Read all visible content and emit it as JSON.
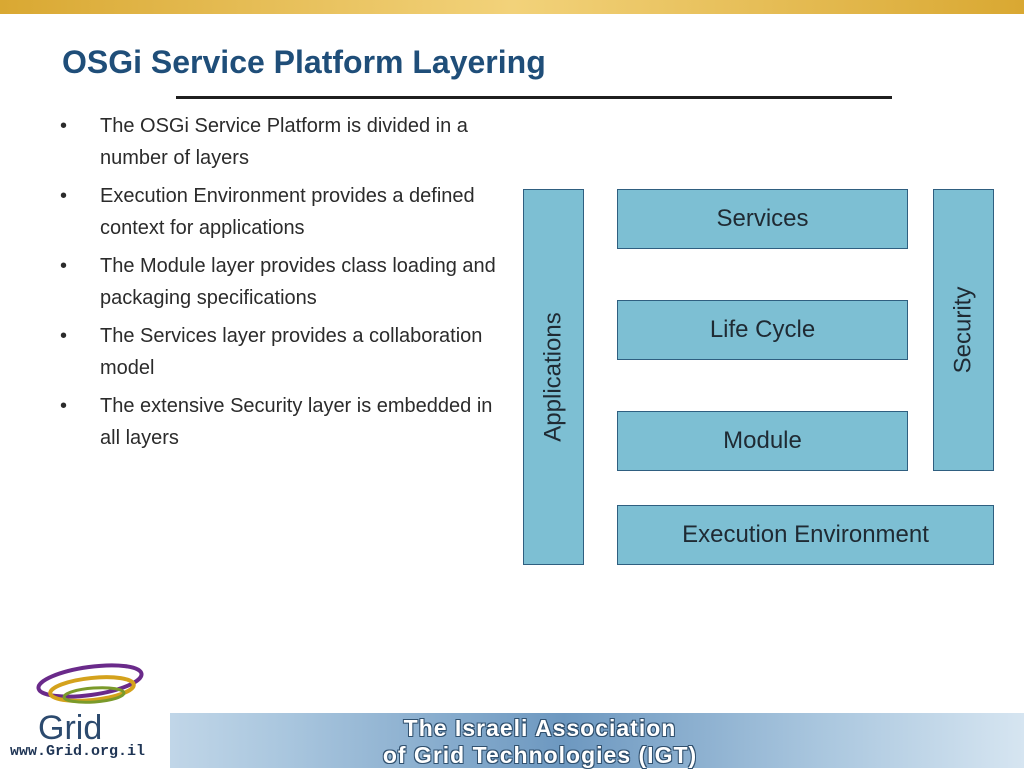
{
  "slide": {
    "title": "OSGi Service Platform Layering",
    "bullets": [
      "The OSGi Service Platform is divided in a number of layers",
      "Execution Environment provides a defined context for applications",
      "The Module layer provides class loading and packaging specifications",
      "The Services layer provides a collaboration model",
      "The extensive Security layer is embedded in all layers"
    ],
    "bullet_symbol": "•"
  },
  "diagram": {
    "applications": "Applications",
    "services": "Services",
    "life_cycle": "Life Cycle",
    "module": "Module",
    "execution_environment": "Execution Environment",
    "security": "Security",
    "box_color": "#7dbfd3"
  },
  "footer": {
    "logo_text": "Grid",
    "url": "www.Grid.org.il",
    "banner_line1": "The Israeli Association",
    "banner_line2": "of Grid Technologies (IGT)"
  }
}
